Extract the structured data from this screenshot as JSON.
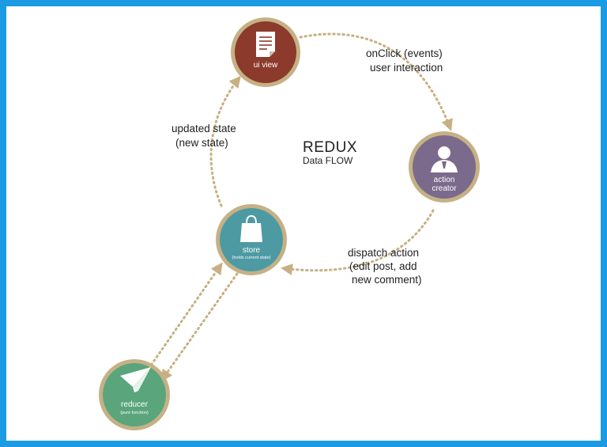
{
  "title": "REDUX",
  "subtitle": "Data FLOW",
  "colors": {
    "frame": "#1a9be3",
    "ring": "#c5b186",
    "arrow": "#c7b083",
    "ui_view": "#8b3a2b",
    "action_creator": "#7b6a8b",
    "store": "#4d9aa3",
    "reducer": "#5aa57c"
  },
  "nodes": {
    "ui_view": {
      "label": "ui view",
      "icon": "document-icon"
    },
    "action_creator": {
      "label_line1": "action",
      "label_line2": "creator",
      "icon": "user-icon"
    },
    "store": {
      "label": "store",
      "sublabel": "(holds current state)",
      "icon": "shopping-bag-icon"
    },
    "reducer": {
      "label": "reducer",
      "sublabel": "(pure function)",
      "icon": "paper-plane-icon"
    }
  },
  "edges": {
    "ui_to_action": {
      "line1": "onClick (events)",
      "line2": "user interaction"
    },
    "action_to_store": {
      "line1": "dispatch action",
      "line2": "(edit post, add",
      "line3": "new comment)"
    },
    "store_to_ui": {
      "line1": "updated state",
      "line2": "(new state)"
    }
  }
}
